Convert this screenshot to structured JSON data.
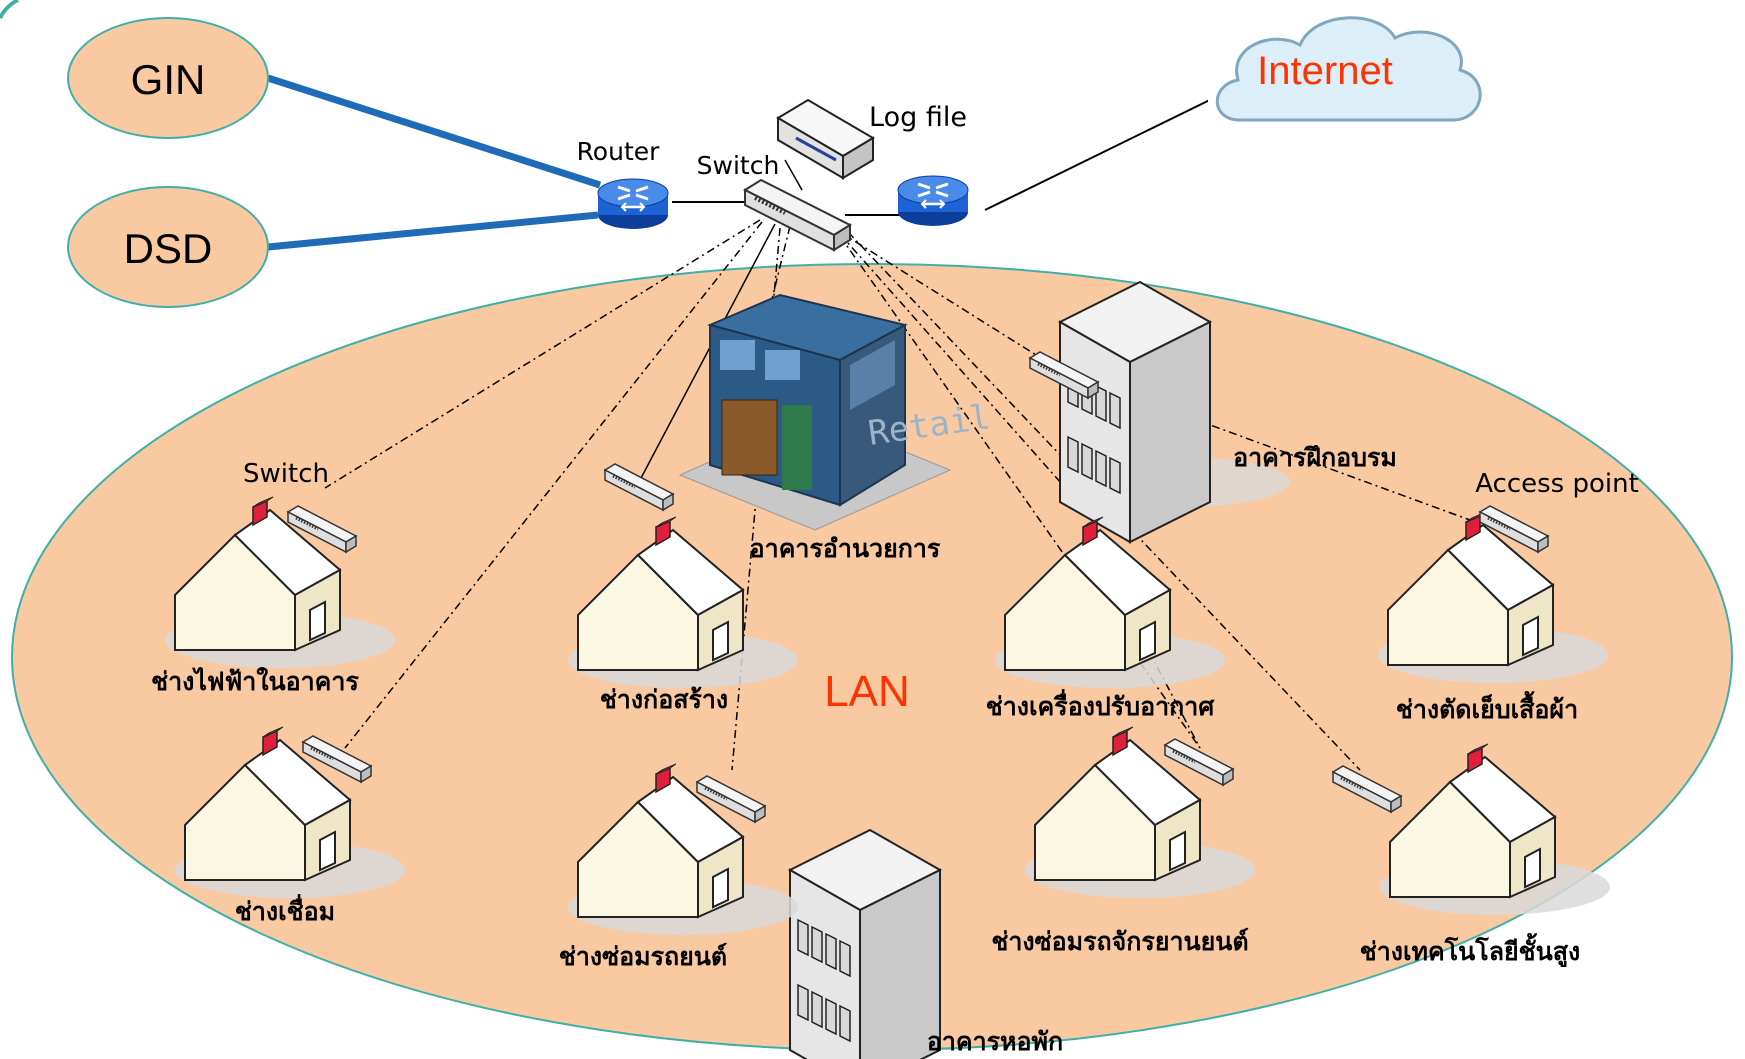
{
  "diagram": {
    "external": {
      "gin": "GIN",
      "dsd": "DSD",
      "internet": "Internet",
      "router": "Router",
      "switch": "Switch",
      "log_file": "Log file"
    },
    "lan_label": "LAN",
    "buildings": {
      "admin": "อาคารอำนวยการ",
      "training": "อาคารฝึกอบรม",
      "dormitory": "อาคารหอพัก"
    },
    "houses": {
      "electrical": "ช่างไฟฟ้าในอาคาร",
      "welding": "ช่างเชื่อม",
      "construction": "ช่างก่อสร้าง",
      "auto_repair": "ช่างซ่อมรถยนต์",
      "aircon": "ช่างเครื่องปรับอากาศ",
      "motorcycle": "ช่างซ่อมรถจักรยานยนต์",
      "sewing": "ช่างตัดเย็บเสื้อผ้า",
      "hightech": "ช่างเทคโนโลยีชั้นสูง"
    },
    "local_labels": {
      "switch": "Switch",
      "access_point": "Access point"
    },
    "colors": {
      "lan_fill": "#F9C9A1",
      "lan_stroke": "#3FB0A7",
      "node_fill": "#F9C9A1",
      "trunk_line": "#1F6BB8",
      "router_blue": "#1E63D6",
      "internet_text": "#FF3300",
      "lan_text": "#FF3300"
    }
  }
}
